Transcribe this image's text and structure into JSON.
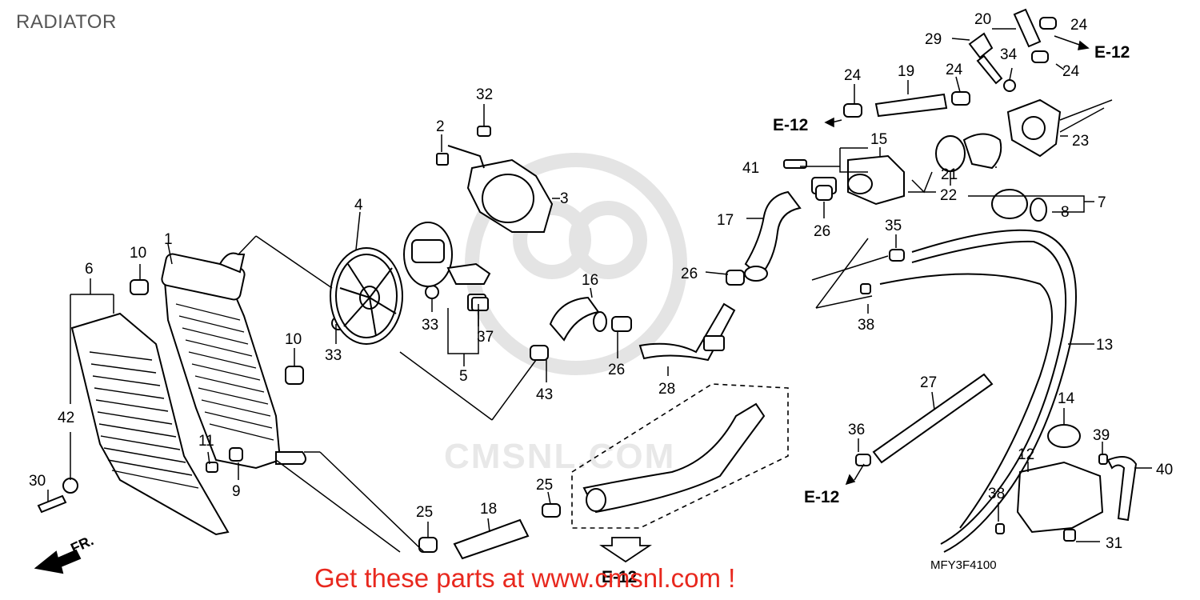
{
  "title": "RADIATOR",
  "diagram_code": "MFY3F4100",
  "promo_text": "Get these parts at www.cmsnl.com !",
  "watermark_text": "CMSNL.COM",
  "colors": {
    "promo": "#e8281e",
    "line": "#000000",
    "watermark": "#e6e6e6"
  },
  "front_label": "FR.",
  "refs": [
    {
      "id": "ref-e12-top-right",
      "text": "E-12"
    },
    {
      "id": "ref-e12-left",
      "text": "E-12"
    },
    {
      "id": "ref-e12-bottom-right",
      "text": "E-12"
    },
    {
      "id": "ref-e12-bottom",
      "text": "E-12"
    }
  ],
  "callouts": [
    {
      "id": "c1",
      "text": "1"
    },
    {
      "id": "c2",
      "text": "2"
    },
    {
      "id": "c3",
      "text": "3"
    },
    {
      "id": "c4",
      "text": "4"
    },
    {
      "id": "c5",
      "text": "5"
    },
    {
      "id": "c6",
      "text": "6"
    },
    {
      "id": "c7",
      "text": "7"
    },
    {
      "id": "c8",
      "text": "8"
    },
    {
      "id": "c9",
      "text": "9"
    },
    {
      "id": "c10a",
      "text": "10"
    },
    {
      "id": "c10b",
      "text": "10"
    },
    {
      "id": "c11",
      "text": "11"
    },
    {
      "id": "c12",
      "text": "12"
    },
    {
      "id": "c13",
      "text": "13"
    },
    {
      "id": "c14",
      "text": "14"
    },
    {
      "id": "c15",
      "text": "15"
    },
    {
      "id": "c16",
      "text": "16"
    },
    {
      "id": "c17",
      "text": "17"
    },
    {
      "id": "c18",
      "text": "18"
    },
    {
      "id": "c19",
      "text": "19"
    },
    {
      "id": "c20",
      "text": "20"
    },
    {
      "id": "c21",
      "text": "21"
    },
    {
      "id": "c22",
      "text": "22"
    },
    {
      "id": "c23",
      "text": "23"
    },
    {
      "id": "c24a",
      "text": "24"
    },
    {
      "id": "c24b",
      "text": "24"
    },
    {
      "id": "c24c",
      "text": "24"
    },
    {
      "id": "c24d",
      "text": "24"
    },
    {
      "id": "c25a",
      "text": "25"
    },
    {
      "id": "c25b",
      "text": "25"
    },
    {
      "id": "c26a",
      "text": "26"
    },
    {
      "id": "c26b",
      "text": "26"
    },
    {
      "id": "c26c",
      "text": "26"
    },
    {
      "id": "c27",
      "text": "27"
    },
    {
      "id": "c28",
      "text": "28"
    },
    {
      "id": "c29",
      "text": "29"
    },
    {
      "id": "c30",
      "text": "30"
    },
    {
      "id": "c31",
      "text": "31"
    },
    {
      "id": "c32",
      "text": "32"
    },
    {
      "id": "c33a",
      "text": "33"
    },
    {
      "id": "c33b",
      "text": "33"
    },
    {
      "id": "c34",
      "text": "34"
    },
    {
      "id": "c35",
      "text": "35"
    },
    {
      "id": "c36",
      "text": "36"
    },
    {
      "id": "c37",
      "text": "37"
    },
    {
      "id": "c38a",
      "text": "38"
    },
    {
      "id": "c38b",
      "text": "38"
    },
    {
      "id": "c39",
      "text": "39"
    },
    {
      "id": "c40",
      "text": "40"
    },
    {
      "id": "c41",
      "text": "41"
    },
    {
      "id": "c42",
      "text": "42"
    },
    {
      "id": "c43",
      "text": "43"
    }
  ]
}
